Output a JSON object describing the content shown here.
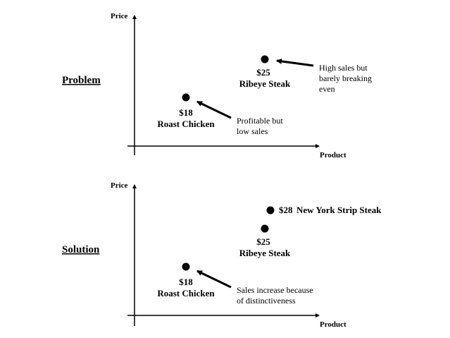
{
  "panels": [
    {
      "section_label": "Problem",
      "y_axis_label": "Price",
      "x_axis_label": "Product",
      "items": [
        {
          "price": "$18",
          "name": "Roast Chicken"
        },
        {
          "price": "$25",
          "name": "Ribeye Steak"
        }
      ],
      "annotations": [
        {
          "lines": [
            "High sales but",
            "barely breaking",
            "even"
          ]
        },
        {
          "lines": [
            "Profitable but",
            "low sales"
          ]
        }
      ]
    },
    {
      "section_label": "Solution",
      "y_axis_label": "Price",
      "x_axis_label": "Product",
      "items": [
        {
          "price": "$18",
          "name": "Roast Chicken"
        },
        {
          "price": "$25",
          "name": "Ribeye Steak"
        },
        {
          "price": "$28",
          "name": "New York Strip Steak"
        }
      ],
      "annotations": [
        {
          "lines": [
            "Sales increase because",
            "of distinctiveness"
          ]
        }
      ]
    }
  ]
}
